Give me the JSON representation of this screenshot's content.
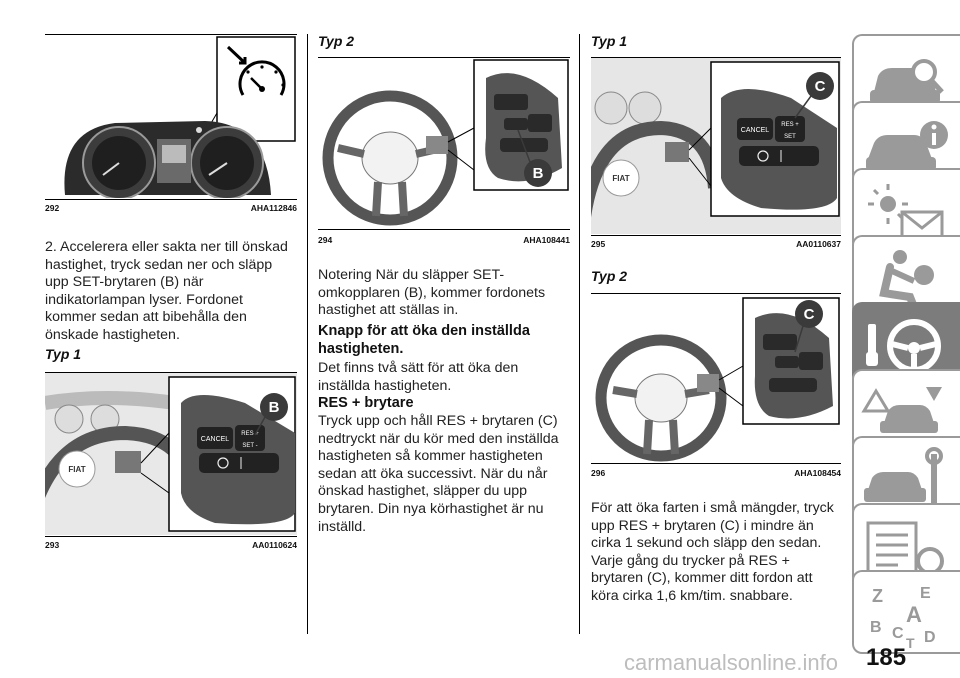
{
  "left_column": {
    "fig292_caption_num": "292",
    "fig292_caption_code": "AHA112846",
    "para_accelerate": "2. Accelerera eller sakta ner till önskad hastighet, tryck sedan ner och släpp upp SET-brytaren (B) när indikatorlampan lyser. Fordonet kommer sedan att bibehålla den önskade hastigheten.",
    "typ1_heading": "Typ 1",
    "fig293_caption_num": "293",
    "fig293_caption_code": "AA0110624",
    "fig293_callout": "B",
    "fig293_cancel": "CANCEL",
    "fig293_res": "RES +",
    "fig293_set": "SET -",
    "fig293_logo": "FIAT"
  },
  "middle_column": {
    "typ2_heading": "Typ 2",
    "fig294_caption_num": "294",
    "fig294_caption_code": "AHA108441",
    "fig294_callout": "B",
    "note_text": "Notering När du släpper SET-omkopplaren (B), kommer fordonets hastighet att ställas in.",
    "increase_heading": "Knapp för att öka den inställda hastigheten.",
    "increase_text": "Det finns två sätt för att öka den inställda hastigheten.",
    "res_heading": "RES + brytare",
    "res_text": "Tryck upp och håll RES + brytaren (C) nedtryckt när du kör med den inställda hastigheten så kommer hastigheten sedan att öka successivt. När du når önskad hastighet, släpper du upp brytaren. Din nya körhastighet är nu inställd."
  },
  "right_column": {
    "typ1_heading": "Typ 1",
    "fig295_caption_num": "295",
    "fig295_caption_code": "AA0110637",
    "fig295_callout": "C",
    "fig295_cancel": "CANCEL",
    "fig295_res": "RES +",
    "fig295_set": "SET",
    "fig295_logo": "FIAT",
    "typ2_heading": "Typ 2",
    "fig296_caption_num": "296",
    "fig296_caption_code": "AHA108454",
    "fig296_callout": "C",
    "small_steps_text": "För att öka farten i små mängder, tryck upp RES + brytaren (C) i mindre än cirka 1 sekund och släpp den sedan. Varje gång du trycker på RES + brytaren (C), kommer ditt fordon att köra cirka 1,6 km/tim. snabbare."
  },
  "page_number": "185",
  "watermark": "carmanualsonline.info",
  "side_tabs": [
    {
      "icon": "car-search-icon"
    },
    {
      "icon": "car-info-icon"
    },
    {
      "icon": "warning-lights-icon"
    },
    {
      "icon": "airbag-seat-icon"
    },
    {
      "icon": "steering-wheel-key-icon",
      "active": true
    },
    {
      "icon": "warning-triangle-car-icon"
    },
    {
      "icon": "car-tools-icon"
    },
    {
      "icon": "specifications-icon"
    },
    {
      "icon": "alphabet-index-icon"
    }
  ],
  "tab_letters": [
    "Z",
    "E",
    "B",
    "A",
    "C",
    "T",
    "D"
  ],
  "colors": {
    "tab_border": "#9a9a9a",
    "tab_active": "#7c7c7c",
    "callout": "#3a3a3a"
  }
}
